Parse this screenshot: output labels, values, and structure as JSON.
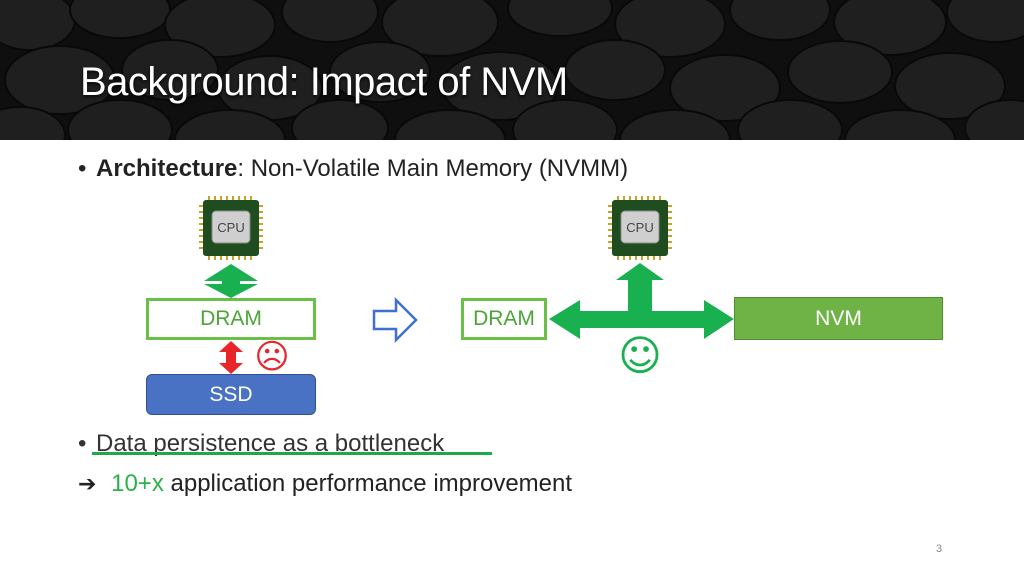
{
  "title": "Background: Impact of NVM",
  "bullets": {
    "architecture_label": "Architecture",
    "architecture_text": ": Non-Volatile Main Memory (NVMM)",
    "persistence_text": "Data persistence as a bottleneck",
    "improvement_arrow": "➔",
    "improvement_highlight": "10+x",
    "improvement_text": "application performance improvement"
  },
  "diagram": {
    "left": {
      "cpu_label": "CPU",
      "dram_label": "DRAM",
      "ssd_label": "SSD",
      "sad_face": "☹"
    },
    "right": {
      "cpu_label": "CPU",
      "dram_label": "DRAM",
      "nvm_label": "NVM",
      "happy_face": "☺"
    }
  },
  "colors": {
    "green_arrow": "#19b050",
    "red_arrow": "#e8262a",
    "blue_arrow": "#3f6fcf",
    "nvm_fill": "#6fb346",
    "ssd_fill": "#4a72c4",
    "accent_text": "#2db14b"
  },
  "page_number": "3"
}
